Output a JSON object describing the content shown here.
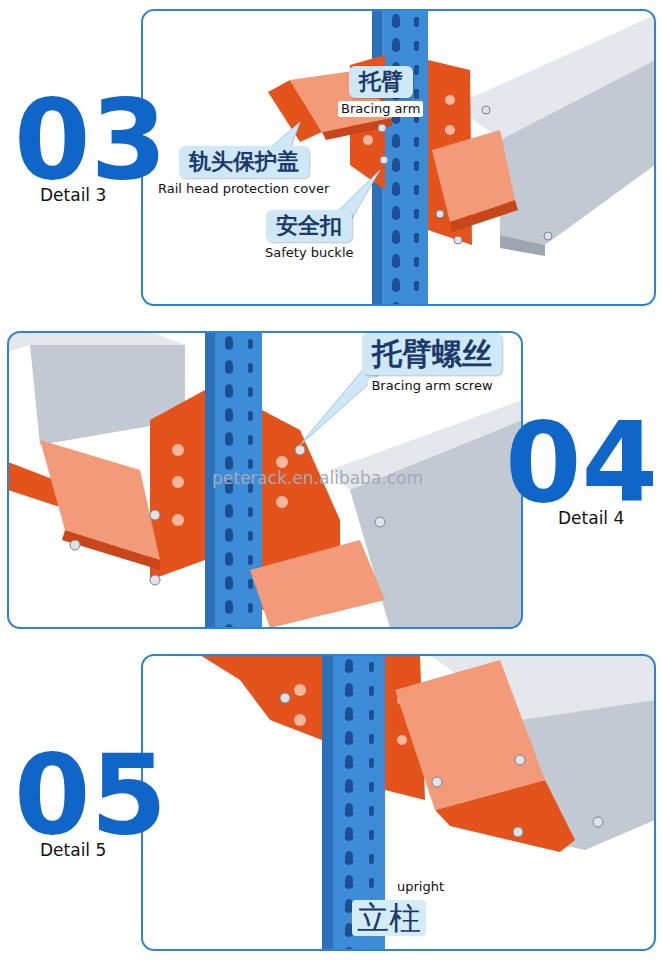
{
  "diagram": {
    "nodes": [
      {
        "text": [
          "托臂",
          "Bracing arm"
        ]
      },
      {
        "text": [
          "轨头保护盖",
          "Rail head protection cover"
        ]
      },
      {
        "text": [
          "安全扣",
          "Safety buckle"
        ]
      },
      {
        "text": [
          "托臂螺丝",
          "Bracing arm screw"
        ]
      }
    ],
    "labels": [
      "03",
      "Detail 3",
      "04",
      "Detail 4",
      "05",
      "Detail 5",
      "peterack.en.alibaba.com",
      "upright",
      "立柱"
    ]
  }
}
